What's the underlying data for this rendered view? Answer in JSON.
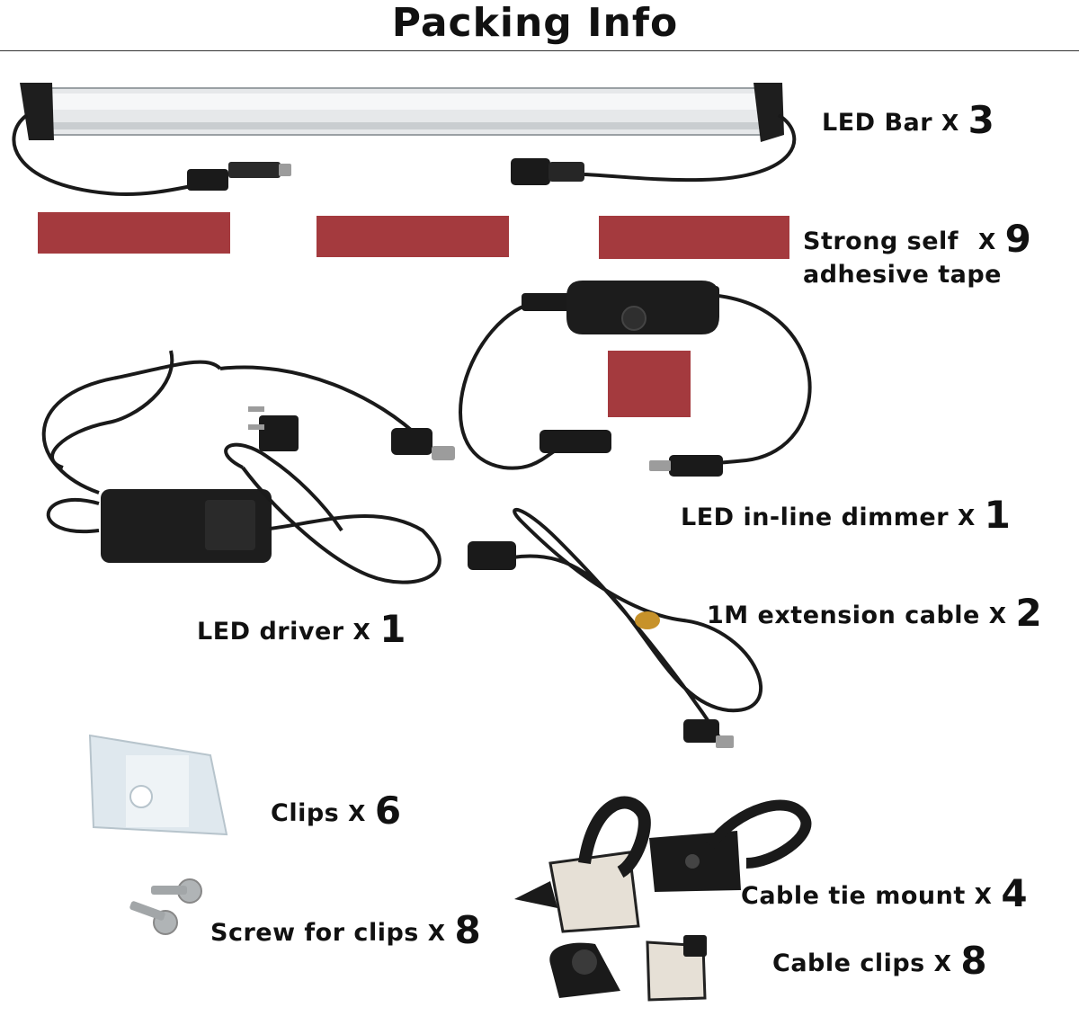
{
  "title": "Packing Info",
  "items": {
    "led_bar": {
      "name": "LED Bar",
      "x": "X",
      "qty": "3"
    },
    "tape": {
      "name": "Strong self",
      "name2": "adhesive tape",
      "x": "X",
      "qty": "9"
    },
    "dimmer": {
      "name": "LED in-line dimmer",
      "x": "X",
      "qty": "1"
    },
    "driver": {
      "name": "LED driver",
      "x": "X",
      "qty": "1"
    },
    "extension": {
      "name": "1M extension cable",
      "x": "X",
      "qty": "2"
    },
    "clips": {
      "name": "Clips",
      "x": "X",
      "qty": "6"
    },
    "screws": {
      "name": "Screw for clips",
      "x": "X",
      "qty": "8"
    },
    "tie_mount": {
      "name": "Cable tie mount",
      "x": "X",
      "qty": "4"
    },
    "cable_clips": {
      "name": "Cable clips",
      "x": "X",
      "qty": "8"
    }
  },
  "colors": {
    "tape": "#a43a3e",
    "cable": "#1a1a1a",
    "bar": "#e9ecee"
  }
}
